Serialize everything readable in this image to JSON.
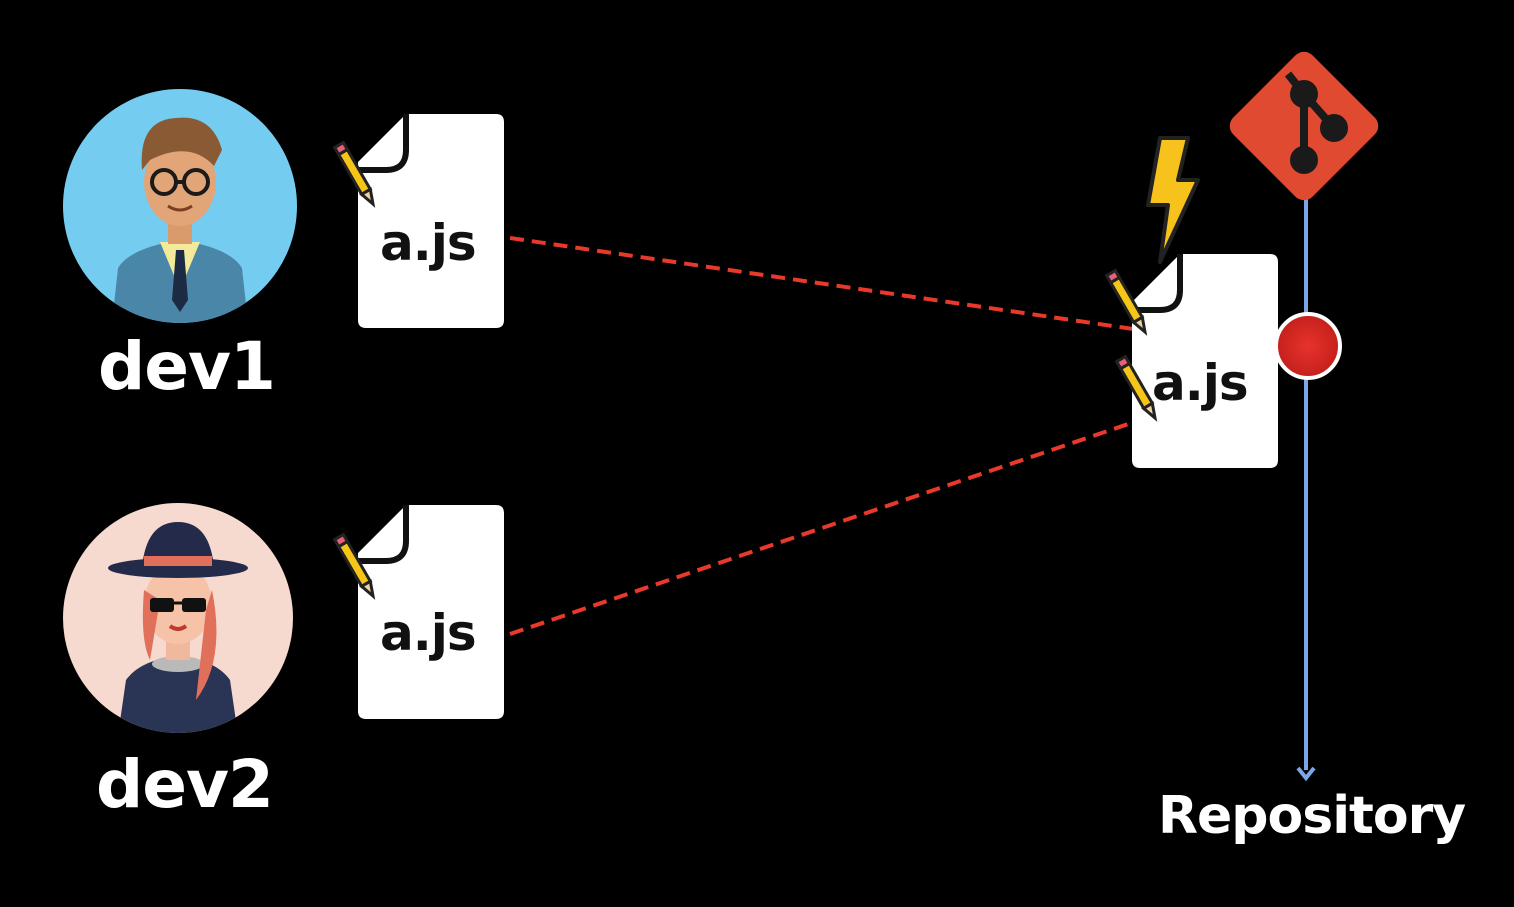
{
  "developers": [
    {
      "name": "dev1",
      "file": "a.js"
    },
    {
      "name": "dev2",
      "file": "a.js"
    }
  ],
  "repository": {
    "label": "Repository",
    "file": "a.js",
    "icon": "git-logo-icon",
    "conflict_icon": "lightning-icon"
  },
  "colors": {
    "background": "#000000",
    "dashed_line": "#e8392b",
    "timeline": "#7aa7e6",
    "git_logo": "#e04a30",
    "commit_dot": "#e8322c",
    "avatar1_bg": "#74cdf0",
    "avatar2_bg": "#f6d9cf"
  }
}
